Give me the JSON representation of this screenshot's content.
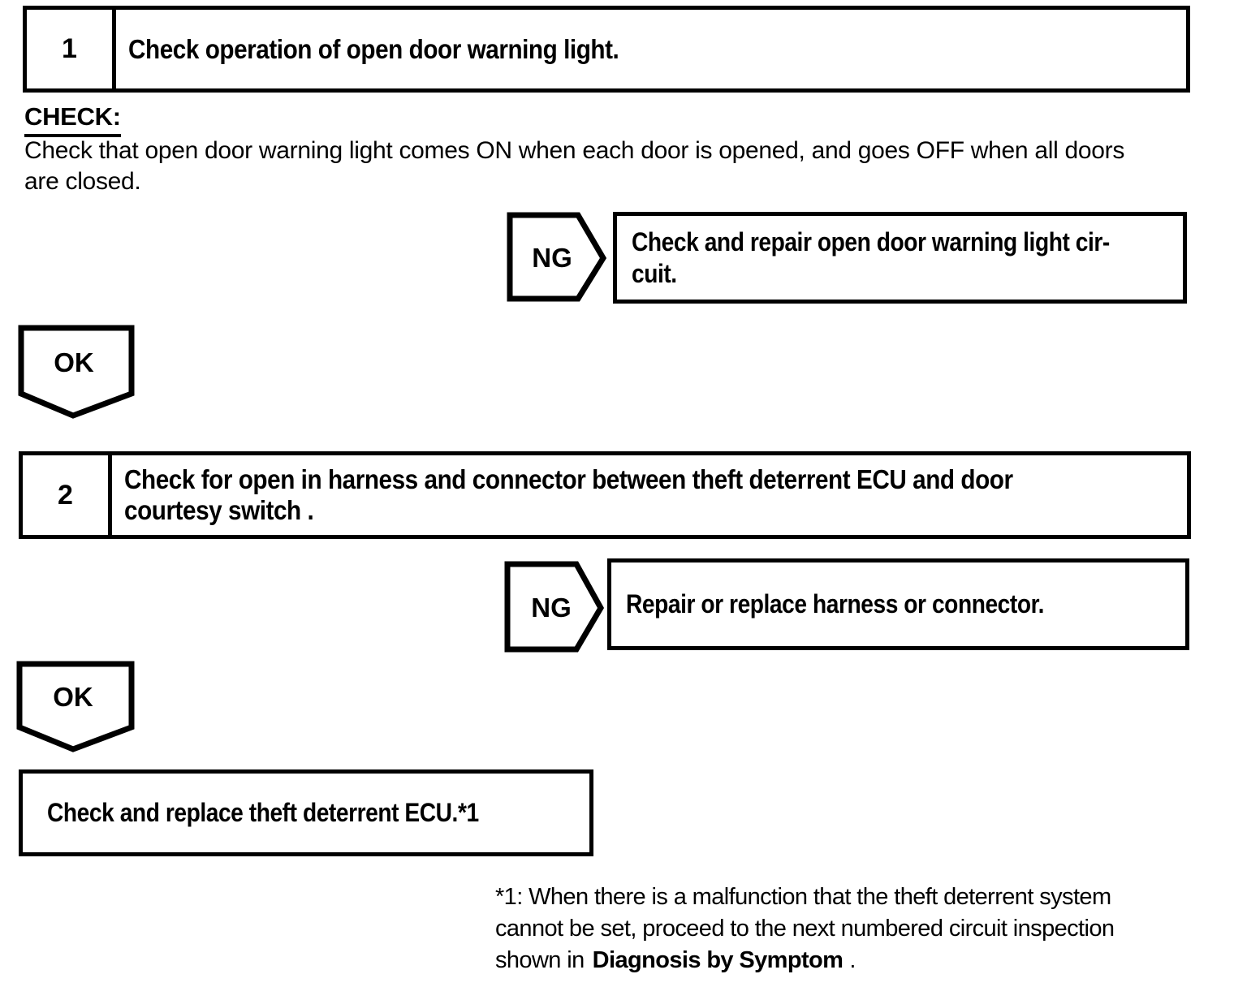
{
  "colors": {
    "ink": "#000000",
    "paper": "#ffffff"
  },
  "flow": {
    "step1": {
      "number": "1",
      "title": "Check operation of open door warning light.",
      "check_heading": "CHECK:",
      "check_line1": "Check that open door warning light comes ON when each door is opened, and goes OFF when all doors",
      "check_line2": "are closed.",
      "ng_label": "NG",
      "ng_line1": "Check and repair open door warning light cir-",
      "ng_line2": "cuit.",
      "ok_label": "OK"
    },
    "step2": {
      "number": "2",
      "title_line1": "Check for open in harness and connector between theft deterrent ECU and door",
      "title_line2": "courtesy switch .",
      "ng_label": "NG",
      "ng_text": "Repair or replace harness or connector.",
      "ok_label": "OK"
    },
    "final_action": "Check and replace theft deterrent ECU.*1",
    "footnote": {
      "line1": "*1: When there is a malfunction that the theft deterrent system",
      "line2": "cannot be set, proceed to the next numbered circuit inspection",
      "line3_prefix": "shown in",
      "line3_bold": "Diagnosis by Symptom",
      "line3_suffix": "."
    }
  }
}
